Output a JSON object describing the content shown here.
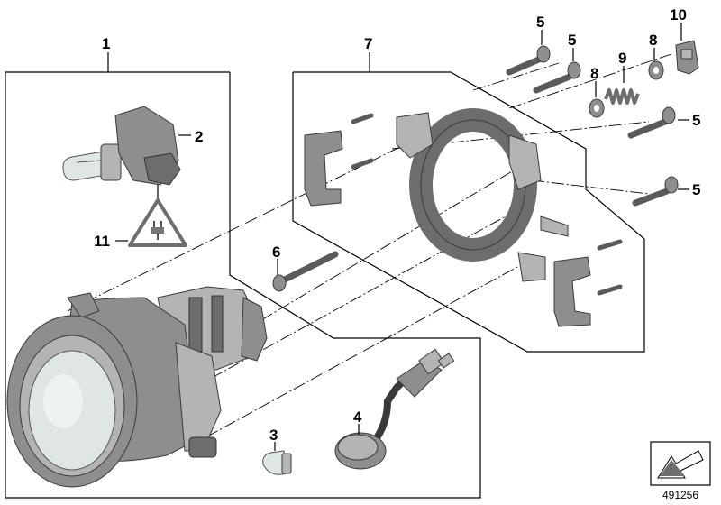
{
  "diagram": {
    "callouts": [
      "1",
      "2",
      "3",
      "4",
      "5",
      "5",
      "5",
      "5",
      "6",
      "7",
      "8",
      "8",
      "9",
      "10",
      "11"
    ],
    "document_number": "491256"
  },
  "colors": {
    "part_fill": "#8e8e8e",
    "part_light": "#b4b4b4",
    "line": "#000000",
    "warning_triangle": "#6e6e6e"
  },
  "icons": [
    "warning-triangle-plug-icon",
    "mirror-arrow-icon"
  ]
}
